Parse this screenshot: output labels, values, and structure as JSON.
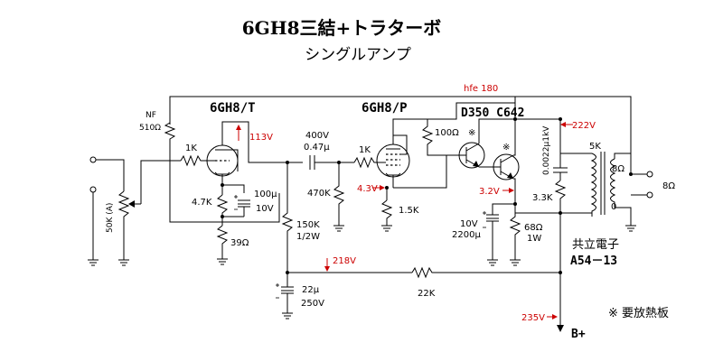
{
  "title": "6GH8三結+トラターボ",
  "subtitle": "シングルアンプ",
  "tubes": {
    "triode": "6GH8/T",
    "pentode": "6GH8/P"
  },
  "transistors": {
    "label": "D350  C642",
    "mark1": "※",
    "mark2": "※"
  },
  "hfe": "hfe 180",
  "voltages": {
    "v113": "113V",
    "v222": "222V",
    "v43": "4.3V",
    "v32": "3.2V",
    "v218": "218V",
    "v235": "235V"
  },
  "parts": {
    "nf_res": "NF",
    "nf_res_val": "510Ω",
    "vol": "50K (A)",
    "grid1_res": "1K",
    "cath1_res": "4.7K",
    "cath1_cap": "100μ",
    "cath1_cap_v": "10V",
    "cath1_res2": "39Ω",
    "cc_v": "400V",
    "cc_val": "0.47μ",
    "plate1_res": "150K",
    "plate1_res_w": "1/2W",
    "grid2_stop": "1K",
    "grid2_leak": "470K",
    "cath2_res": "1.5K",
    "plate2_res": "100Ω",
    "em_cap_v": "10V",
    "em_cap_val": "2200μ",
    "em_res": "68Ω",
    "em_res_w": "1W",
    "snub_cap": "0.0022μ1kV",
    "snub_res": "3.3K",
    "ot_pri": "5K",
    "ot_sec": "8Ω",
    "ot_zero": "0",
    "out_label": "8Ω",
    "dec_res": "22K",
    "filt_cap": "22μ",
    "filt_cap_v": "250V",
    "b_plus": "B+"
  },
  "transformer": {
    "maker": "共立電子",
    "model": "A54－13"
  },
  "note": "※ 要放熱板"
}
